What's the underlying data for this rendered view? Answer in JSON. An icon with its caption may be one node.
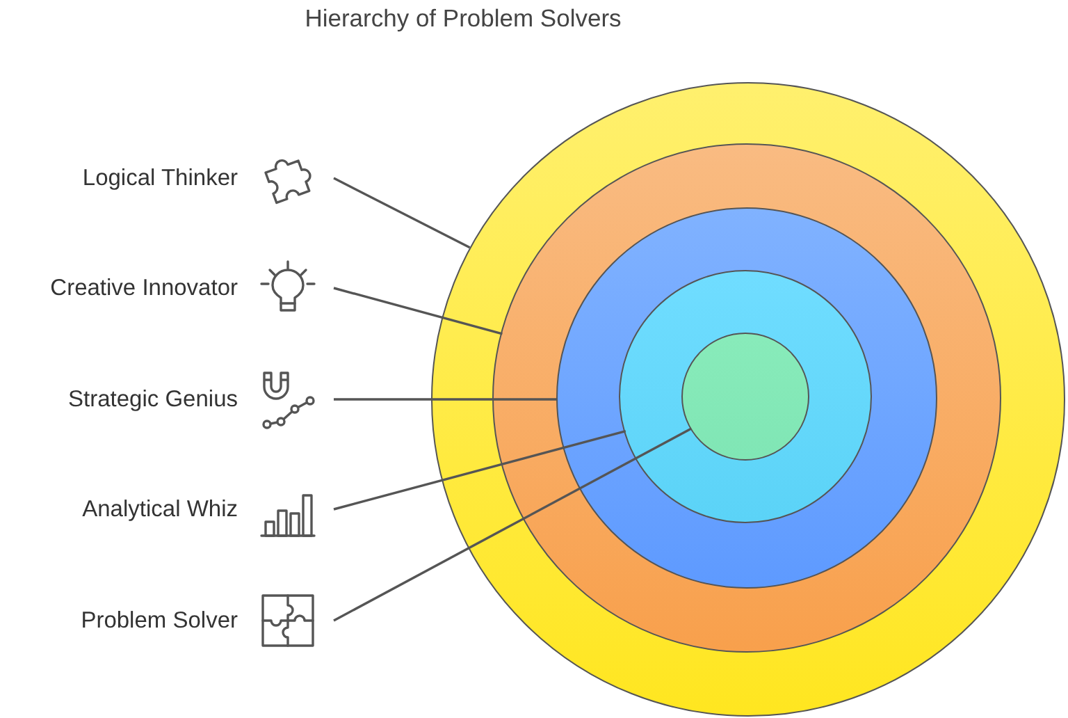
{
  "diagram": {
    "title": "Hierarchy of Problem Solvers",
    "nodes": [
      {
        "text": [
          "Logical Thinker"
        ]
      },
      {
        "text": [
          "Creative Innovator"
        ]
      },
      {
        "text": [
          "Strategic Genius"
        ]
      },
      {
        "text": [
          "Analytical Whiz"
        ]
      },
      {
        "text": [
          "Problem Solver"
        ]
      },
      {
        "text": [],
        "shape": "circle"
      },
      {
        "text": [],
        "shape": "circle",
        "in": 5
      },
      {
        "text": [],
        "shape": "circle",
        "in": 6
      },
      {
        "text": [],
        "shape": "circle",
        "in": 7
      },
      {
        "text": [],
        "shape": "circle",
        "in": 8
      }
    ],
    "edges": [
      {
        "from": 0,
        "to": 5,
        "arrow": "none"
      },
      {
        "from": 1,
        "to": 6,
        "arrow": "none"
      },
      {
        "from": 2,
        "to": 7,
        "arrow": "none"
      },
      {
        "from": 3,
        "to": 8,
        "arrow": "none"
      },
      {
        "from": 4,
        "to": 9,
        "arrow": "none"
      }
    ]
  }
}
